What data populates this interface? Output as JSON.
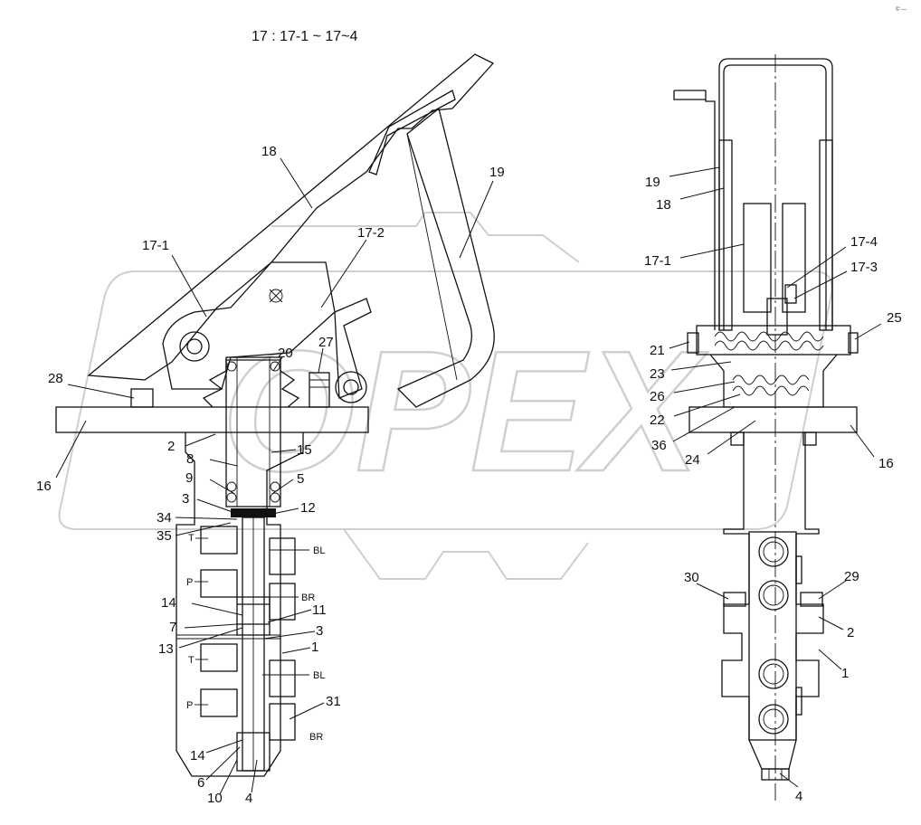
{
  "diagram": {
    "caption": "17 : 17-1 ~ 17~4",
    "corner_mark": "© ---",
    "watermark": "OPEX",
    "ports": {
      "t1": "T",
      "p1": "P",
      "bl1": "BL",
      "br1": "BR",
      "t2": "T",
      "p2": "P",
      "bl2": "BL",
      "br2": "BR"
    },
    "left_labels": {
      "l18": "18",
      "l19": "19",
      "l17_1": "17-1",
      "l17_2": "17-2",
      "l28": "28",
      "l20": "20",
      "l27": "27",
      "l16": "16",
      "l2": "2",
      "l8": "8",
      "l15": "15",
      "l9": "9",
      "l5": "5",
      "l3": "3",
      "l12": "12",
      "l34": "34",
      "l35": "35",
      "l14": "14",
      "l11": "11",
      "l7": "7",
      "l3b": "3",
      "l13": "13",
      "l1": "1",
      "l31": "31",
      "l14b": "14",
      "l6": "6",
      "l10": "10",
      "l4": "4"
    },
    "right_labels": {
      "r19": "19",
      "r18": "18",
      "r17_1": "17-1",
      "r17_4": "17-4",
      "r17_3": "17-3",
      "r25": "25",
      "r21": "21",
      "r23": "23",
      "r26": "26",
      "r22": "22",
      "r36": "36",
      "r24": "24",
      "r16": "16",
      "r30": "30",
      "r29": "29",
      "r2": "2",
      "r1": "1",
      "r4": "4"
    }
  }
}
